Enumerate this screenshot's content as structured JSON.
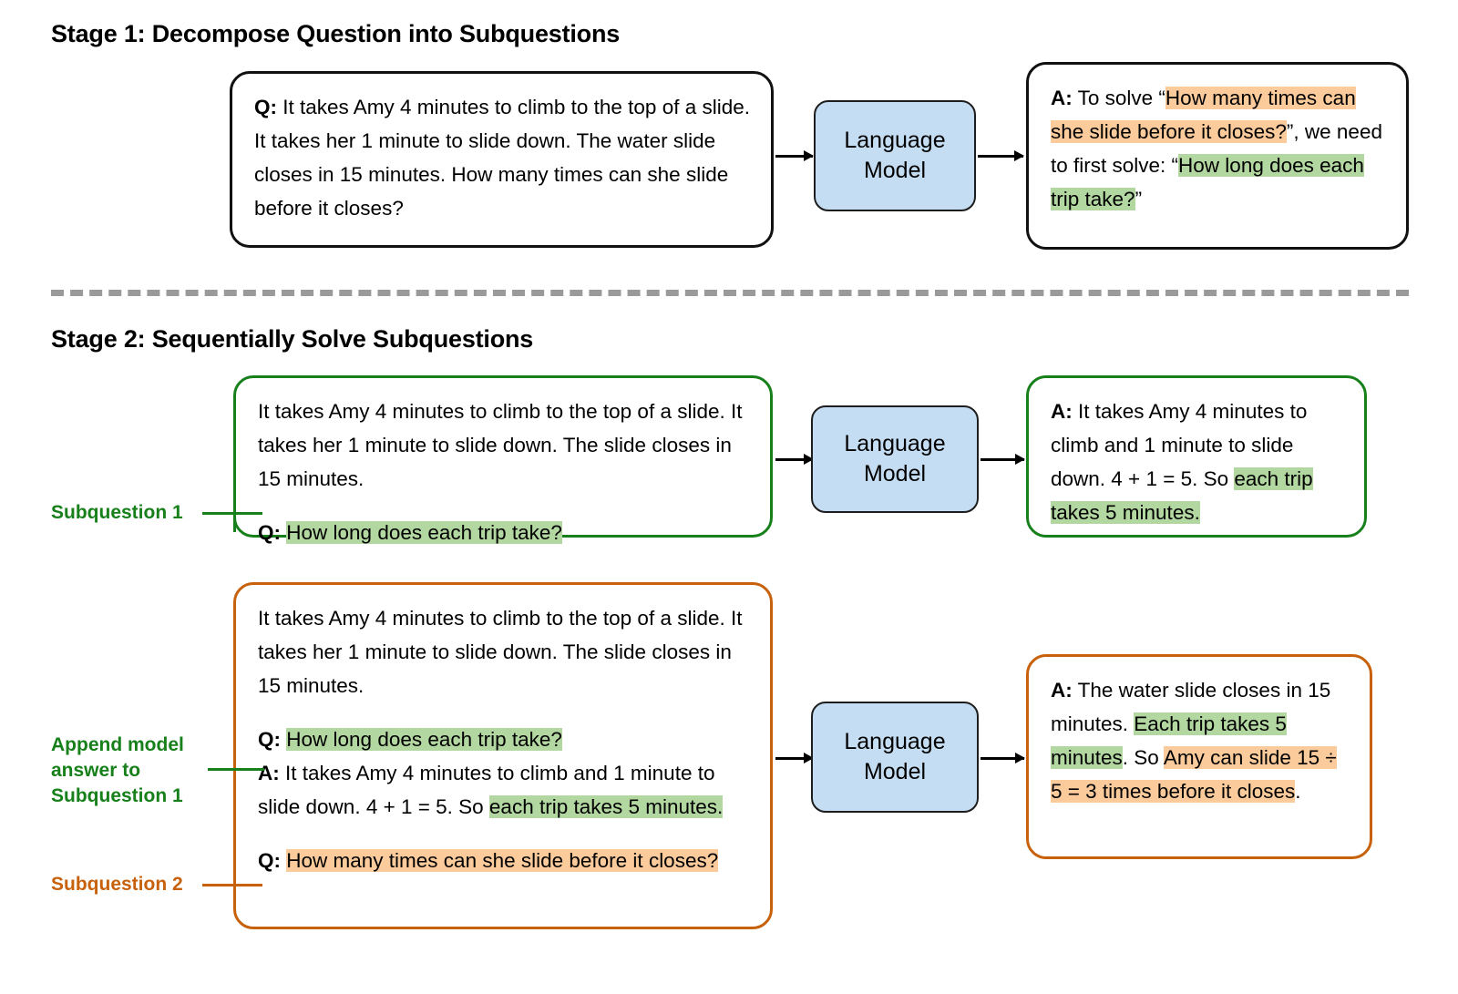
{
  "stages": {
    "stage1_title": "Stage 1: Decompose Question into Subquestions",
    "stage2_title": "Stage 2: Sequentially Solve Subquestions"
  },
  "colors": {
    "green_highlight": "#b2d7a0",
    "orange_highlight": "#fbcb9c",
    "green_border": "#17801b",
    "orange_border": "#c8610c",
    "lm_fill": "#c5ddf2",
    "divider": "#9a9a9a"
  },
  "node_label": {
    "line1": "Language",
    "line2": "Model"
  },
  "stage1": {
    "question_box": {
      "prefix": "Q:",
      "text": " It takes Amy 4 minutes to climb to the top of a slide. It takes her 1 minute to slide down. The water slide closes in 15 minutes. How many times can she slide before it closes?"
    },
    "answer_box": {
      "prefix": "A:",
      "seg1": " To solve “",
      "seg2_orange": "How many times can she slide before it closes?",
      "seg3": "”, we need to first solve: “",
      "seg4_green": "How long does each trip take?",
      "seg5": "”"
    }
  },
  "stage2": {
    "subquestion1_label": "Subquestion 1",
    "append_label_line1": "Append model",
    "append_label_line2": "answer to",
    "append_label_line3": "Subquestion 1",
    "subquestion2_label": "Subquestion 2",
    "prompt_box_1": {
      "context": "It takes Amy 4 minutes to climb to the top of a slide. It takes her 1 minute to slide down. The slide closes in 15 minutes.",
      "q_prefix": "Q:",
      "q_green": "How long does each trip take?"
    },
    "answer_box_1": {
      "prefix": "A:",
      "seg1": " It takes Amy 4 minutes to climb and 1 minute to slide down. 4 + 1 = 5. So ",
      "seg2_green": "each trip takes 5 minutes."
    },
    "prompt_box_2": {
      "context": "It takes Amy 4 minutes to climb to the top of a slide. It takes her 1 minute to slide down. The slide closes in 15 minutes.",
      "q1_prefix": "Q:",
      "q1_green": "How long does each trip take?",
      "a1_prefix": "A:",
      "a1_seg1": " It takes Amy 4 minutes to climb and 1 minute to slide down. 4 + 1 = 5. So ",
      "a1_seg2_green": "each trip takes 5 minutes.",
      "q2_prefix": "Q:",
      "q2_orange": "How many times can she slide before it closes?"
    },
    "answer_box_2": {
      "prefix": "A:",
      "seg1": " The water slide closes in 15 minutes. ",
      "seg2_green": "Each trip takes 5 minutes",
      "seg3": ". So ",
      "seg4_orange": "Amy can slide 15 ÷ 5 = 3 times before it closes",
      "seg5": "."
    }
  }
}
